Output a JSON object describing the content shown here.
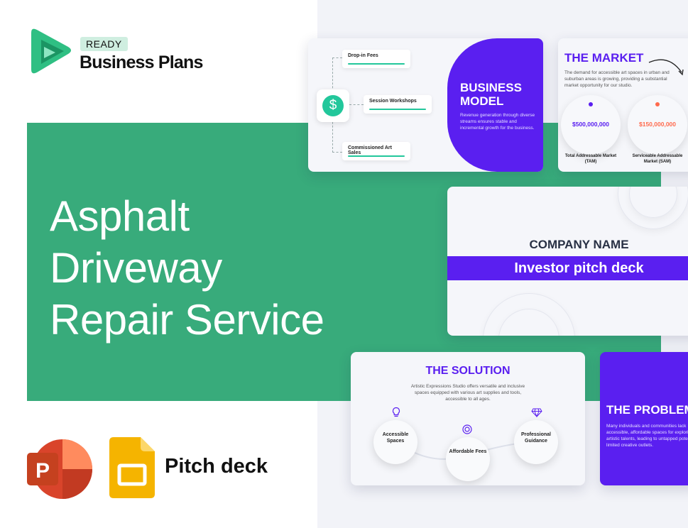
{
  "brand": {
    "badge": "READY",
    "name": "Business Plans"
  },
  "title": {
    "line1": "Asphalt",
    "line2": "Driveway",
    "line3": "Repair Service"
  },
  "footer": {
    "label": "Pitch deck"
  },
  "colors": {
    "green": "#38ab7b",
    "purple": "#5a1ff0",
    "teal": "#22c79b"
  },
  "slides": {
    "business_model": {
      "title_line1": "BUSINESS",
      "title_line2": "MODEL",
      "description": "Revenue generation through diverse streams ensures stable and incremental growth for the business.",
      "items": [
        "Drop-in Fees",
        "Session Workshops",
        "Commissioned Art Sales"
      ],
      "icon": "dollar-icon"
    },
    "market": {
      "title": "THE MARKET",
      "description": "The demand for accessible art spaces in urban and suburban areas is growing, providing a substantial market opportunity for our studio.",
      "tam_value": "$500,000,000",
      "tam_label": "Total Addressable Market (TAM)",
      "sam_value": "$150,000,000",
      "sam_label": "Serviceable Addressable Market (SAM)"
    },
    "cover": {
      "company": "COMPANY NAME",
      "subtitle": "Investor pitch deck"
    },
    "solution": {
      "title": "THE SOLUTION",
      "description": "Artistic Expressions Studio offers versatile and inclusive spaces equipped with various art supplies and tools, accessible to all ages.",
      "items": [
        {
          "label": "Accessible Spaces",
          "icon": "lightbulb-icon"
        },
        {
          "label": "Affordable Fees",
          "icon": "badge-icon"
        },
        {
          "label": "Professional Guidance",
          "icon": "diamond-icon"
        }
      ]
    },
    "problem": {
      "title": "THE PROBLEM",
      "description": "Many individuals and communities lack accessible, affordable spaces for exploring their artistic talents, leading to untapped potential and limited creative outlets."
    }
  }
}
